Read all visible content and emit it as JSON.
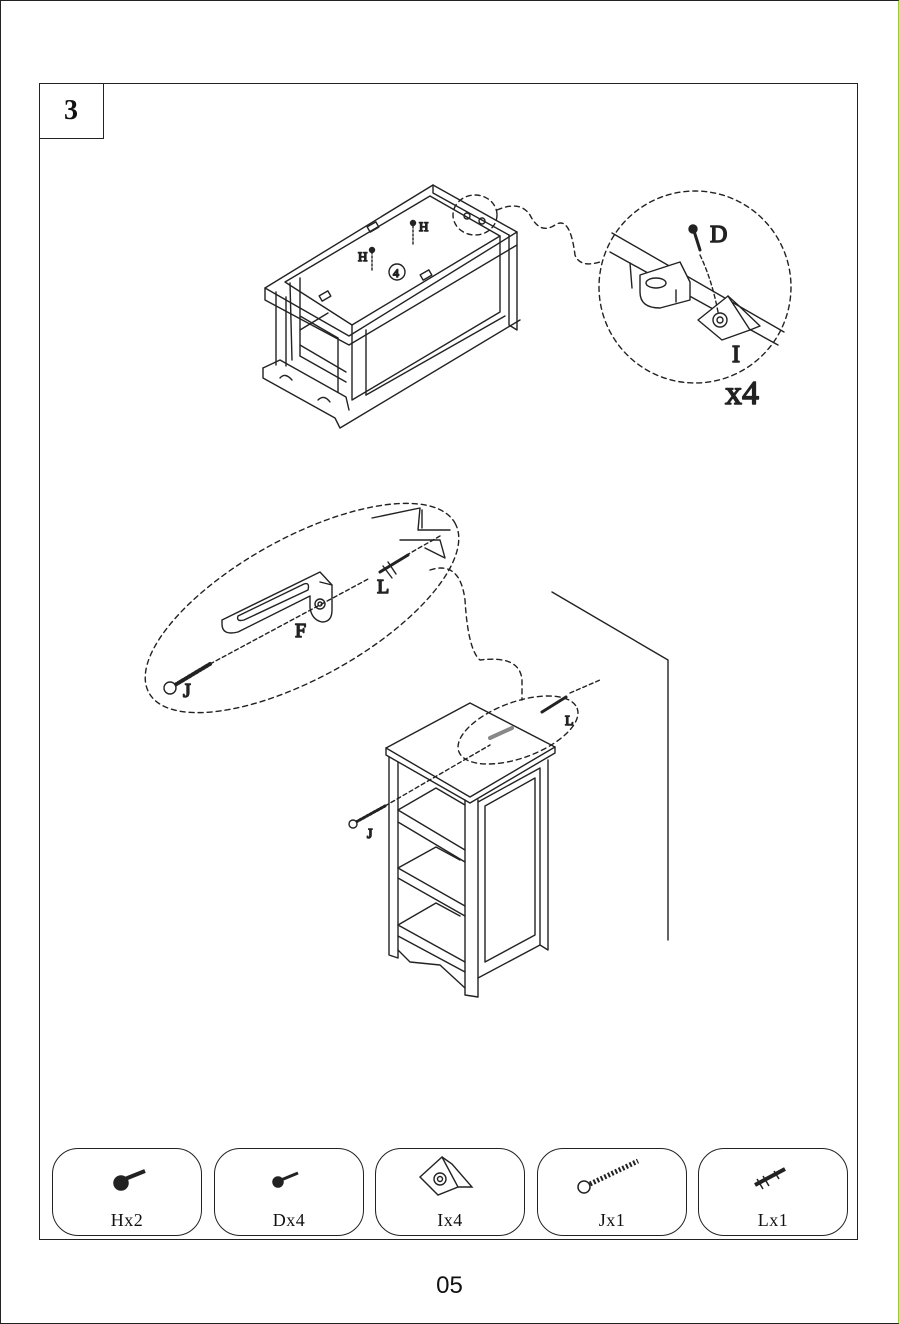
{
  "step": {
    "number": "3"
  },
  "callouts": {
    "top_H1": "H",
    "top_H2": "H",
    "top_circle": "4",
    "detail_D": "D",
    "detail_I": "I",
    "detail_multiplier": "x4",
    "bracket_L": "L",
    "bracket_F": "F",
    "bracket_J": "J",
    "cabinet_L": "L",
    "cabinet_J": "J"
  },
  "parts": [
    {
      "label": "Hx2",
      "icon": "screw-h-icon"
    },
    {
      "label": "Dx4",
      "icon": "screw-d-icon"
    },
    {
      "label": "Ix4",
      "icon": "corner-block-i-icon"
    },
    {
      "label": "Jx1",
      "icon": "wood-screw-j-icon"
    },
    {
      "label": "Lx1",
      "icon": "wall-anchor-l-icon"
    }
  ],
  "page": {
    "number": "05"
  }
}
